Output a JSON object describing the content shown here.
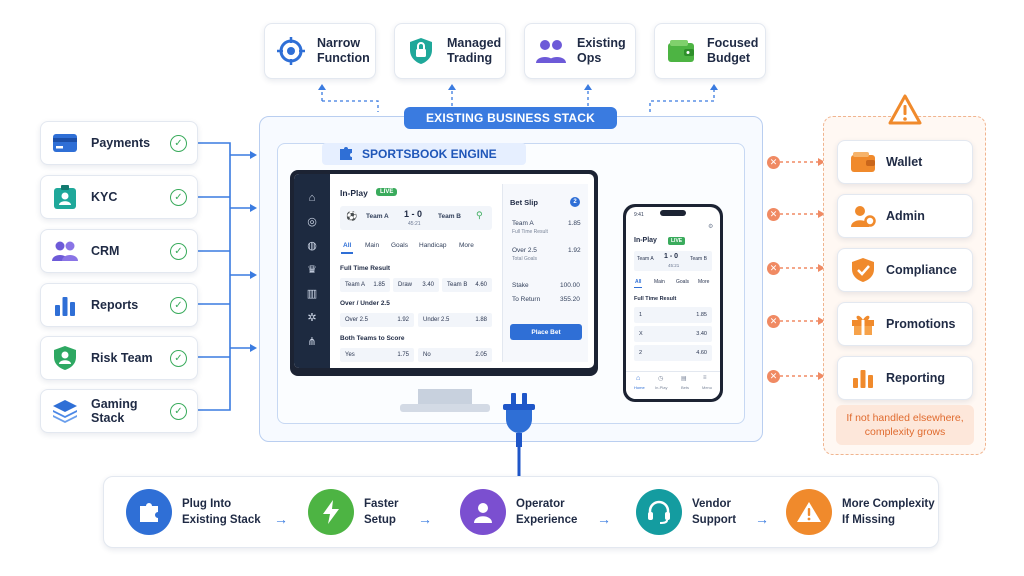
{
  "top_cards": [
    {
      "label": "Narrow\nFunction",
      "icon": "target-icon"
    },
    {
      "label": "Managed\nTrading",
      "icon": "lock-shield-icon"
    },
    {
      "label": "Existing\nOps",
      "icon": "users-icon"
    },
    {
      "label": "Focused\nBudget",
      "icon": "wallet-icon"
    }
  ],
  "left_cards": [
    {
      "label": "Payments",
      "icon": "credit-card-icon"
    },
    {
      "label": "KYC",
      "icon": "id-badge-icon"
    },
    {
      "label": "CRM",
      "icon": "users-icon"
    },
    {
      "label": "Reports",
      "icon": "bar-chart-icon"
    },
    {
      "label": "Risk Team",
      "icon": "shield-user-icon"
    },
    {
      "label": "Gaming Stack",
      "icon": "layers-icon"
    }
  ],
  "right_cards": [
    {
      "label": "Wallet",
      "icon": "wallet-icon"
    },
    {
      "label": "Admin",
      "icon": "admin-gear-icon"
    },
    {
      "label": "Compliance",
      "icon": "shield-check-icon"
    },
    {
      "label": "Promotions",
      "icon": "gift-icon"
    },
    {
      "label": "Reporting",
      "icon": "bar-chart-icon"
    }
  ],
  "right_note": "If not handled elsewhere,\ncomplexity grows",
  "stack_title": "EXISTING BUSINESS STACK",
  "engine_title": "SPORTSBOOK ENGINE",
  "desktop": {
    "header": "In-Play",
    "live_badge": "LIVE",
    "team_a": "Team A",
    "score": "1 - 0",
    "team_b": "Team B",
    "clock": "45:21",
    "tabs": [
      "All",
      "Main",
      "Goals",
      "Handicap",
      "More"
    ],
    "market1_title": "Full Time Result",
    "market1": [
      [
        "Team A",
        "1.85"
      ],
      [
        "Draw",
        "3.40"
      ],
      [
        "Team B",
        "4.60"
      ]
    ],
    "market2_title": "Over / Under 2.5",
    "market2": [
      [
        "Over 2.5",
        "1.92"
      ],
      [
        "Under 2.5",
        "1.88"
      ]
    ],
    "market3_title": "Both Teams to Score",
    "market3": [
      [
        "Yes",
        "1.75"
      ],
      [
        "No",
        "2.05"
      ]
    ],
    "betslip_title": "Bet Slip",
    "betslip_count": "2",
    "slip1_name": "Team A",
    "slip1_sub": "Full Time Result",
    "slip1_odds": "1.85",
    "slip2_name": "Over 2.5",
    "slip2_sub": "Total Goals",
    "slip2_odds": "1.92",
    "stake_label": "Stake",
    "stake_value": "100.00",
    "return_label": "To Return",
    "return_value": "355.20",
    "place_bet": "Place Bet"
  },
  "mobile": {
    "time": "9:41",
    "header": "In-Play",
    "live_badge": "LIVE",
    "team_a": "Team A",
    "score": "1 - 0",
    "team_b": "Team B",
    "clock": "45:21",
    "tabs": [
      "All",
      "Main",
      "Goals",
      "More"
    ],
    "market_title": "Full Time Result",
    "rows": [
      [
        "1",
        "1.85"
      ],
      [
        "X",
        "3.40"
      ],
      [
        "2",
        "4.60"
      ]
    ],
    "nav": [
      "Home",
      "In-Play",
      "Bets",
      "Menu"
    ]
  },
  "steps": [
    {
      "label": "Plug Into\nExisting Stack",
      "icon": "puzzle-icon",
      "color": "#2f6fd6"
    },
    {
      "label": "Faster\nSetup",
      "icon": "bolt-icon",
      "color": "#4db443"
    },
    {
      "label": "Operator\nExperience",
      "icon": "user-icon",
      "color": "#7b4fd0"
    },
    {
      "label": "Vendor\nSupport",
      "icon": "headset-icon",
      "color": "#149ca0"
    },
    {
      "label": "More Complexity\nIf Missing",
      "icon": "warning-icon",
      "color": "#f08a2c"
    }
  ],
  "colors": {
    "accent": "#3a7be0",
    "success": "#3aab5c",
    "warning": "#f08a63"
  }
}
